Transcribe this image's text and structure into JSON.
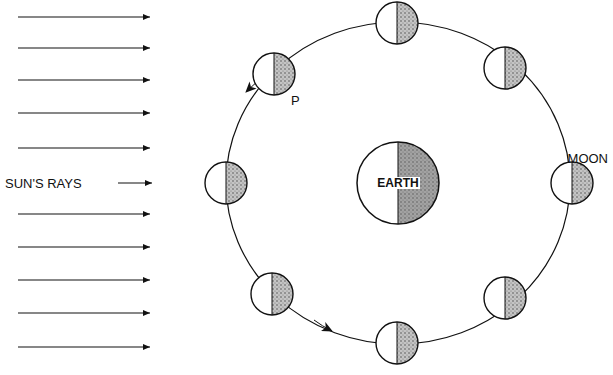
{
  "diagram": {
    "nodes": [
      {
        "text": [
          "EARTH"
        ]
      }
    ],
    "labels": [
      "SUN'S RAYS",
      "MOON",
      "P"
    ]
  }
}
